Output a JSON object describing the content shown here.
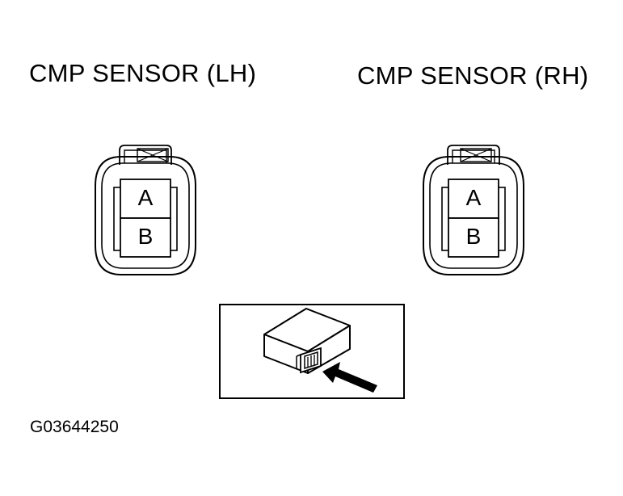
{
  "connectors": [
    {
      "title": "CMP SENSOR (LH)",
      "pins": [
        "A",
        "B"
      ]
    },
    {
      "title": "CMP SENSOR (RH)",
      "pins": [
        "A",
        "B"
      ]
    }
  ],
  "figure_id": "G03644250",
  "colors": {
    "line": "#000000",
    "background": "#ffffff"
  },
  "icons": {
    "connector": "connector-face-icon",
    "inset_component": "sensor-body-icon",
    "inset_arrow": "view-direction-arrow-icon"
  }
}
